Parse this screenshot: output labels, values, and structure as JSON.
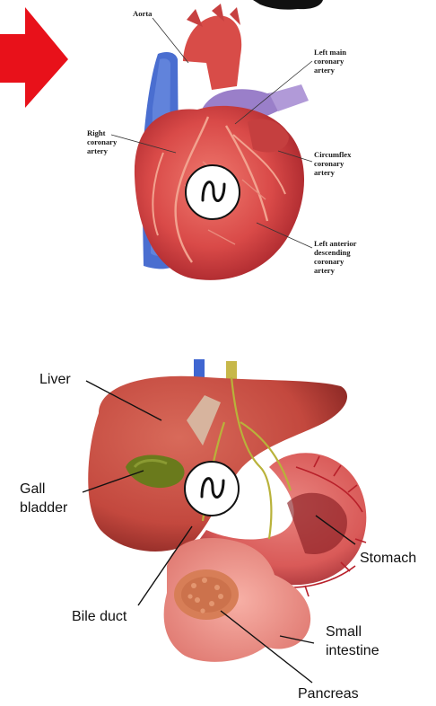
{
  "heart_labels": {
    "aorta": "Aorta",
    "left_main": [
      "Left main",
      "coronary",
      "artery"
    ],
    "right_coronary": [
      "Right",
      "coronary",
      "artery"
    ],
    "circumflex": [
      "Circumflex",
      "coronary",
      "artery"
    ],
    "left_anterior": [
      "Left anterior",
      "descending",
      "coronary",
      "artery"
    ]
  },
  "organ_labels": {
    "liver": "Liver",
    "gall_bladder": [
      "Gall",
      "bladder"
    ],
    "stomach": "Stomach",
    "bile_duct": "Bile duct",
    "small_intestine": [
      "Small",
      "intestine"
    ],
    "pancreas": "Pancreas"
  },
  "symbols": {
    "wave_icon": "sine-wave-icon"
  },
  "colors": {
    "arrow": "#e8111a",
    "heart": "#d94a48",
    "heart_dark": "#a8262c",
    "aorta_blue": "#4a6ed0",
    "pulmonary_purple": "#9a7fc9",
    "liver": "#c3483e",
    "gall_green": "#6a7a1c",
    "stomach": "#d95a58",
    "pancreas": "#d77e57",
    "intestine": "#ec9088"
  }
}
